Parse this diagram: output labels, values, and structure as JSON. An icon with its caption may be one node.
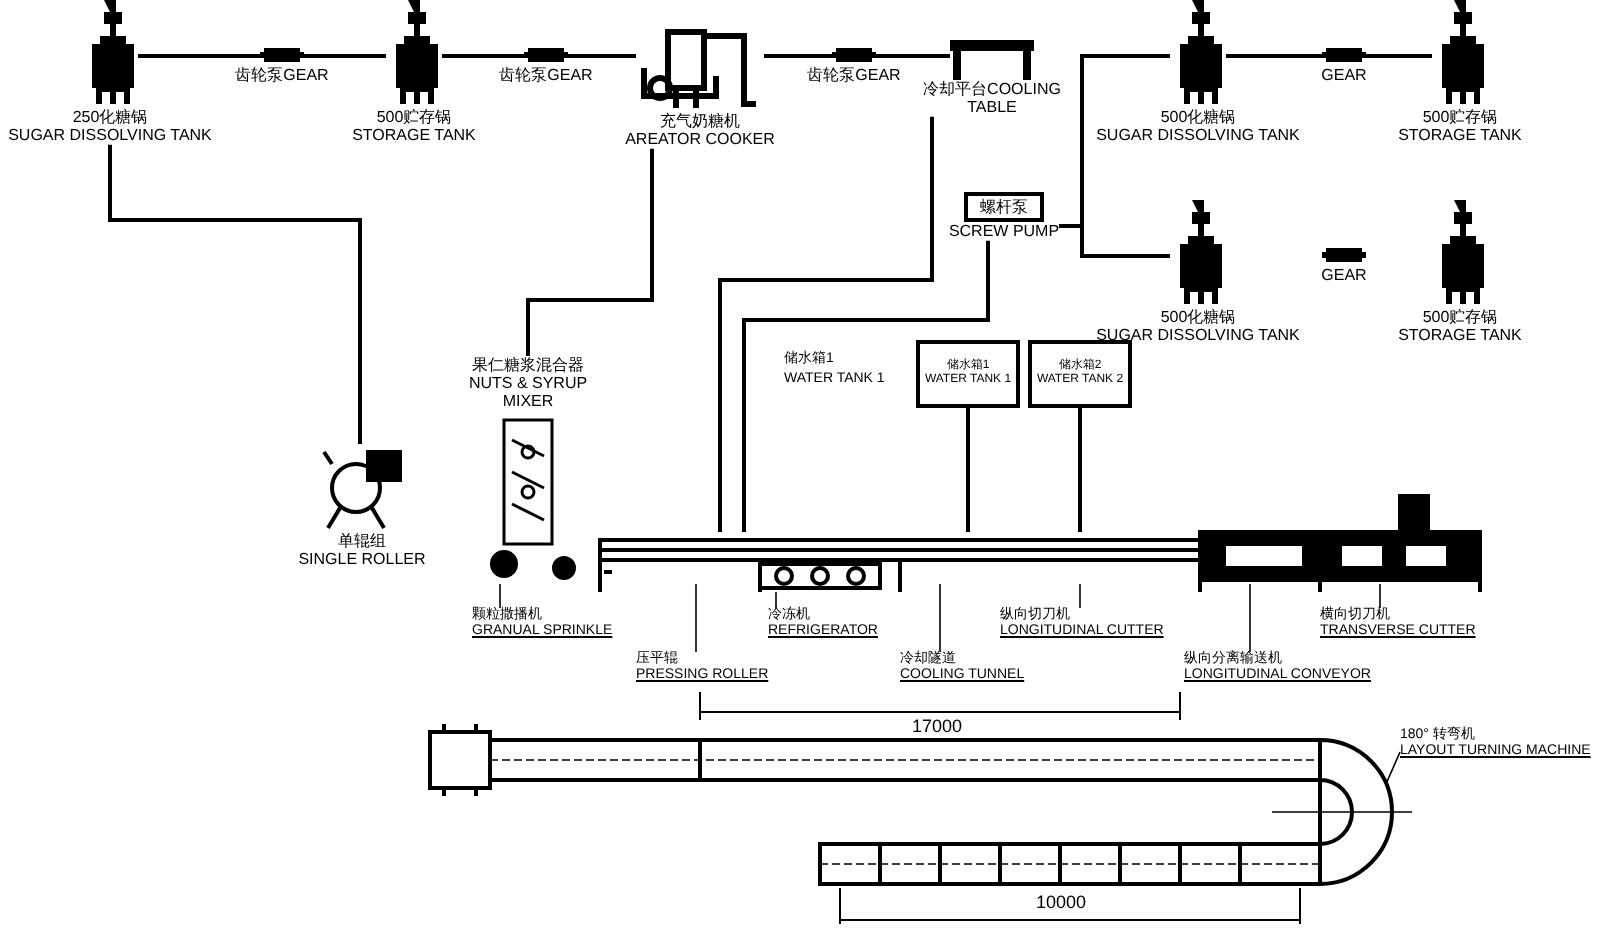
{
  "diagram": {
    "nodes": [
      {
        "text": [
          "250化糖锅",
          "SUGAR DISSOLVING TANK"
        ]
      },
      {
        "text": [
          "齿轮泵GEAR"
        ]
      },
      {
        "text": [
          "500贮存锅",
          "STORAGE TANK"
        ]
      },
      {
        "text": [
          "齿轮泵GEAR"
        ]
      },
      {
        "text": [
          "充气奶糖机",
          "AREATOR COOKER"
        ]
      },
      {
        "text": [
          "齿轮泵GEAR"
        ]
      },
      {
        "text": [
          "冷却平台COOLING TABLE"
        ]
      },
      {
        "text": [
          "螺杆泵",
          "SCREW PUMP"
        ]
      },
      {
        "text": [
          "500化糖锅",
          "SUGAR DISSOLVING TANK"
        ]
      },
      {
        "text": [
          "GEAR"
        ]
      },
      {
        "text": [
          "500贮存锅",
          "STORAGE TANK"
        ]
      },
      {
        "text": [
          "500化糖锅",
          "SUGAR DISSOLVING TANK"
        ]
      },
      {
        "text": [
          "GEAR"
        ]
      },
      {
        "text": [
          "500贮存锅",
          "STORAGE TANK"
        ]
      },
      {
        "text": [
          "果仁糖浆混合器",
          "NUTS & SYRUP MIXER"
        ]
      },
      {
        "text": [
          "单辊组",
          "SINGLE ROLLER"
        ]
      },
      {
        "text": [
          "储水箱1",
          "WATER TANK 1"
        ]
      },
      {
        "text": [
          "储水箱2",
          "WATER TANK 2"
        ]
      },
      {
        "text": [
          "颗粒撒播机",
          "GRANUAL SPRINKLE"
        ]
      },
      {
        "text": [
          "压平辊",
          "PRESSING ROLLER"
        ]
      },
      {
        "text": [
          "冷冻机",
          "REFRIGERATOR"
        ]
      },
      {
        "text": [
          "冷却隧道",
          "COOLING TUNNEL"
        ]
      },
      {
        "text": [
          "纵向切刀机",
          "LONGITUDINAL CUTTER"
        ]
      },
      {
        "text": [
          "纵向分离输送机",
          "LONGITUDINAL CONVEYOR"
        ]
      },
      {
        "text": [
          "横向切刀机",
          "TRANSVERSE CUTTER"
        ]
      },
      {
        "text": [
          "180° 转弯机",
          "LAYOUT TURNING MACHINE"
        ]
      }
    ],
    "edges": [
      {
        "from": 0,
        "to": 1,
        "arrow": "none"
      },
      {
        "from": 1,
        "to": 2,
        "arrow": "none"
      },
      {
        "from": 2,
        "to": 3,
        "arrow": "none"
      },
      {
        "from": 3,
        "to": 4,
        "arrow": "none"
      },
      {
        "from": 4,
        "to": 5,
        "arrow": "none"
      },
      {
        "from": 5,
        "to": 6,
        "arrow": "none"
      },
      {
        "from": 6,
        "to": null,
        "arrow": "none"
      },
      {
        "from": 7,
        "to": 8,
        "arrow": "none"
      },
      {
        "from": 7,
        "to": 11,
        "arrow": "none"
      },
      {
        "from": 8,
        "to": 9,
        "arrow": "none"
      },
      {
        "from": 9,
        "to": 10,
        "arrow": "none"
      },
      {
        "from": 7,
        "to": null,
        "arrow": "none"
      },
      {
        "from": 0,
        "to": 15,
        "arrow": "none"
      },
      {
        "from": 4,
        "to": 14,
        "arrow": "none"
      },
      {
        "from": 16,
        "to": null,
        "arrow": "none"
      },
      {
        "from": 17,
        "to": null,
        "arrow": "none"
      },
      {
        "from": 18,
        "to": null,
        "arrow": "none"
      },
      {
        "from": 19,
        "to": null,
        "arrow": "none"
      },
      {
        "from": 20,
        "to": null,
        "arrow": "none"
      },
      {
        "from": 21,
        "to": null,
        "arrow": "none"
      },
      {
        "from": 22,
        "to": null,
        "arrow": "none"
      },
      {
        "from": 23,
        "to": null,
        "arrow": "none"
      },
      {
        "from": 24,
        "to": null,
        "arrow": "none"
      },
      {
        "from": 25,
        "to": null,
        "arrow": "none"
      }
    ],
    "labels": [
      "储水箱1",
      "WATER TANK 1",
      "17000",
      "10000"
    ]
  }
}
